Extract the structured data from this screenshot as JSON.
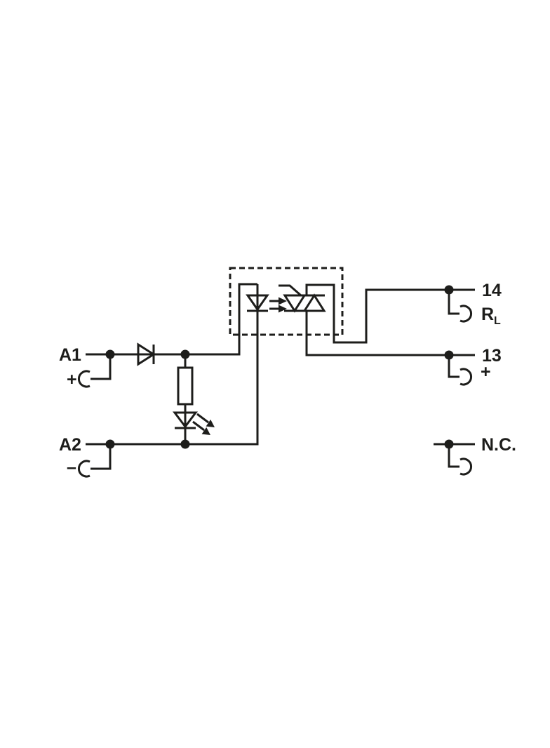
{
  "diagram": {
    "colors": {
      "line": "#1d1d1b",
      "background": "#ffffff"
    },
    "terminals": {
      "a1": {
        "name": "A1",
        "polarity": "+"
      },
      "a2": {
        "name": "A2",
        "polarity": "–"
      },
      "out14": {
        "name": "14",
        "load_label": "R",
        "load_label_sub": "L"
      },
      "out13": {
        "name": "13",
        "polarity": "+"
      },
      "nc": {
        "name": "N.C."
      }
    }
  }
}
